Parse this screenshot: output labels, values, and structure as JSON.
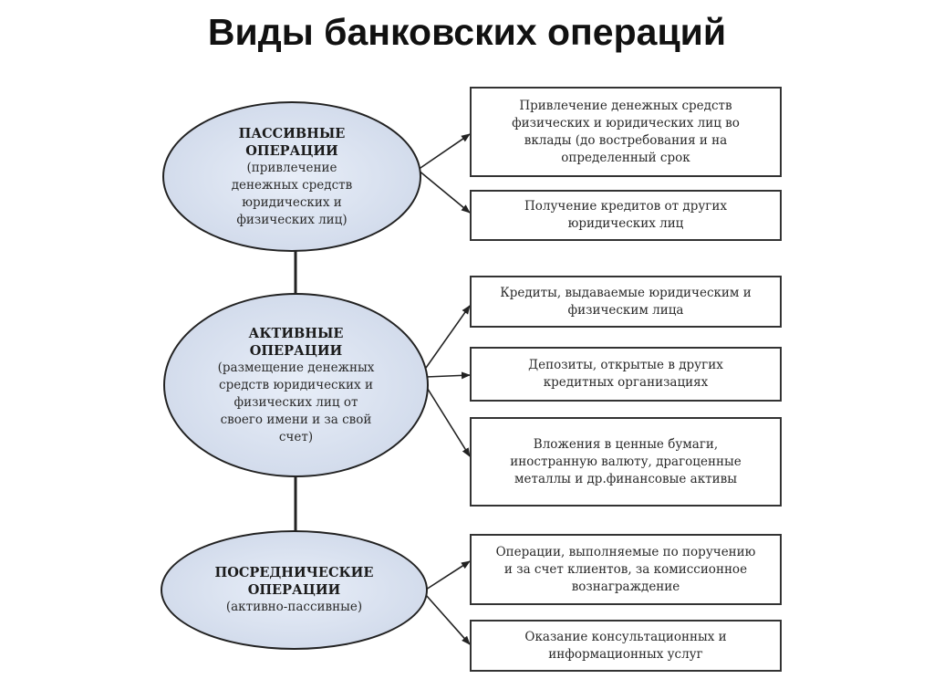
{
  "title": "Виды банковских операций",
  "ellipses": [
    {
      "title": "ПАССИВНЫЕ\nОПЕРАЦИИ",
      "subtitle": "(привлечение\nденежных средств\nюридических и\nфизических лиц)"
    },
    {
      "title": "АКТИВНЫЕ\nОПЕРАЦИИ",
      "subtitle": "(размещение денежных\nсредств юридических и\nфизических лиц от\nсвоего имени и за свой\nсчет)"
    },
    {
      "title": "ПОСРЕДНИЧЕСКИЕ\nОПЕРАЦИИ",
      "subtitle": "(активно-пассивные)"
    }
  ],
  "boxes": [
    {
      "text": "Привлечение денежных средств\nфизических и юридических лиц во\nвклады (до востребования и на\nопределенный срок"
    },
    {
      "text": "Получение кредитов от других\nюридических лиц"
    },
    {
      "text": "Кредиты, выдаваемые юридическим и\nфизическим лица"
    },
    {
      "text": "Депозиты, открытые в других\nкредитных организациях"
    },
    {
      "text": "Вложения в ценные бумаги,\nиностранную валюту, драгоценные\nметаллы и др.финансовые активы"
    },
    {
      "text": "Операции, выполняемые по поручению\nи за счет клиентов,  за комиссионное\nвознаграждение"
    },
    {
      "text": "Оказание консультационных и\nинформационных услуг"
    }
  ],
  "colors": {
    "ellipse_fill": "#d3dcec",
    "stroke": "#222222"
  }
}
